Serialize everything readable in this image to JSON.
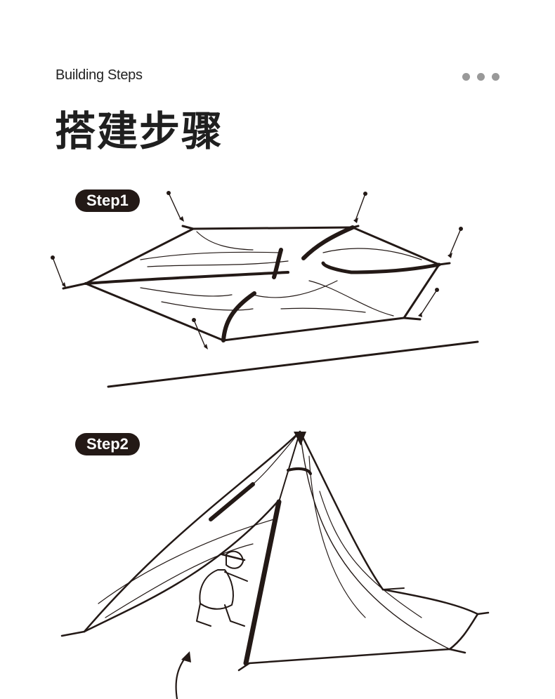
{
  "header": {
    "subtitle": "Building Steps",
    "title": "搭建步骤",
    "menu_icon": "three-dots-icon",
    "dot_color": "#999999"
  },
  "steps": [
    {
      "label": "Step1",
      "illustration": "tent-flat-stake-corners-illustration"
    },
    {
      "label": "Step2",
      "illustration": "person-raising-tent-pole-illustration"
    }
  ],
  "colors": {
    "ink": "#231916",
    "badge_bg": "#231916",
    "badge_text": "#ffffff"
  }
}
